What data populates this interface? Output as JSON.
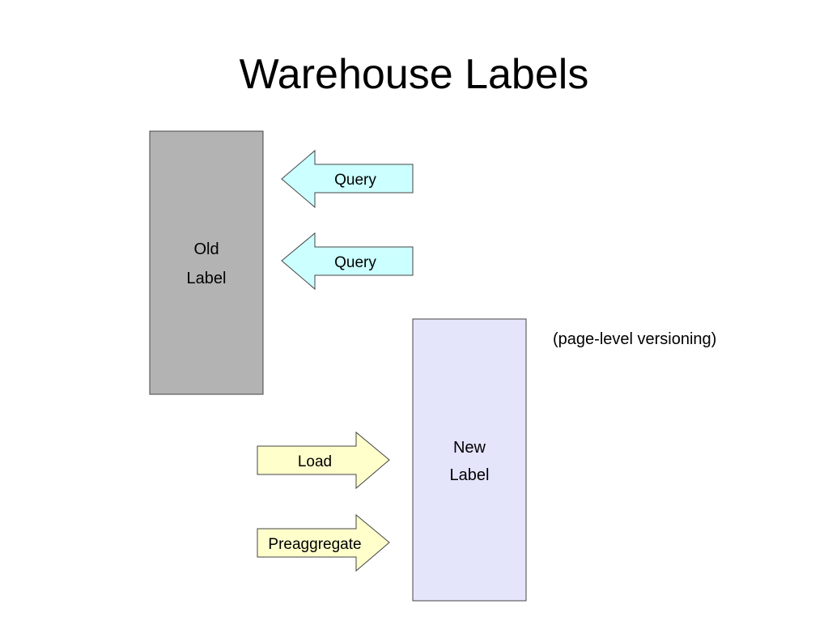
{
  "title": "Warehouse Labels",
  "old_label": {
    "line1": "Old",
    "line2": "Label",
    "fill": "#b3b3b3"
  },
  "new_label": {
    "line1": "New",
    "line2": "Label",
    "fill": "#e4e4fb"
  },
  "query_arrows": [
    {
      "label": "Query",
      "fill": "#ccffff"
    },
    {
      "label": "Query",
      "fill": "#ccffff"
    }
  ],
  "input_arrows": [
    {
      "label": "Load",
      "fill": "#ffffcc"
    },
    {
      "label": "Preaggregate",
      "fill": "#ffffcc"
    }
  ],
  "note": "(page-level versioning)"
}
